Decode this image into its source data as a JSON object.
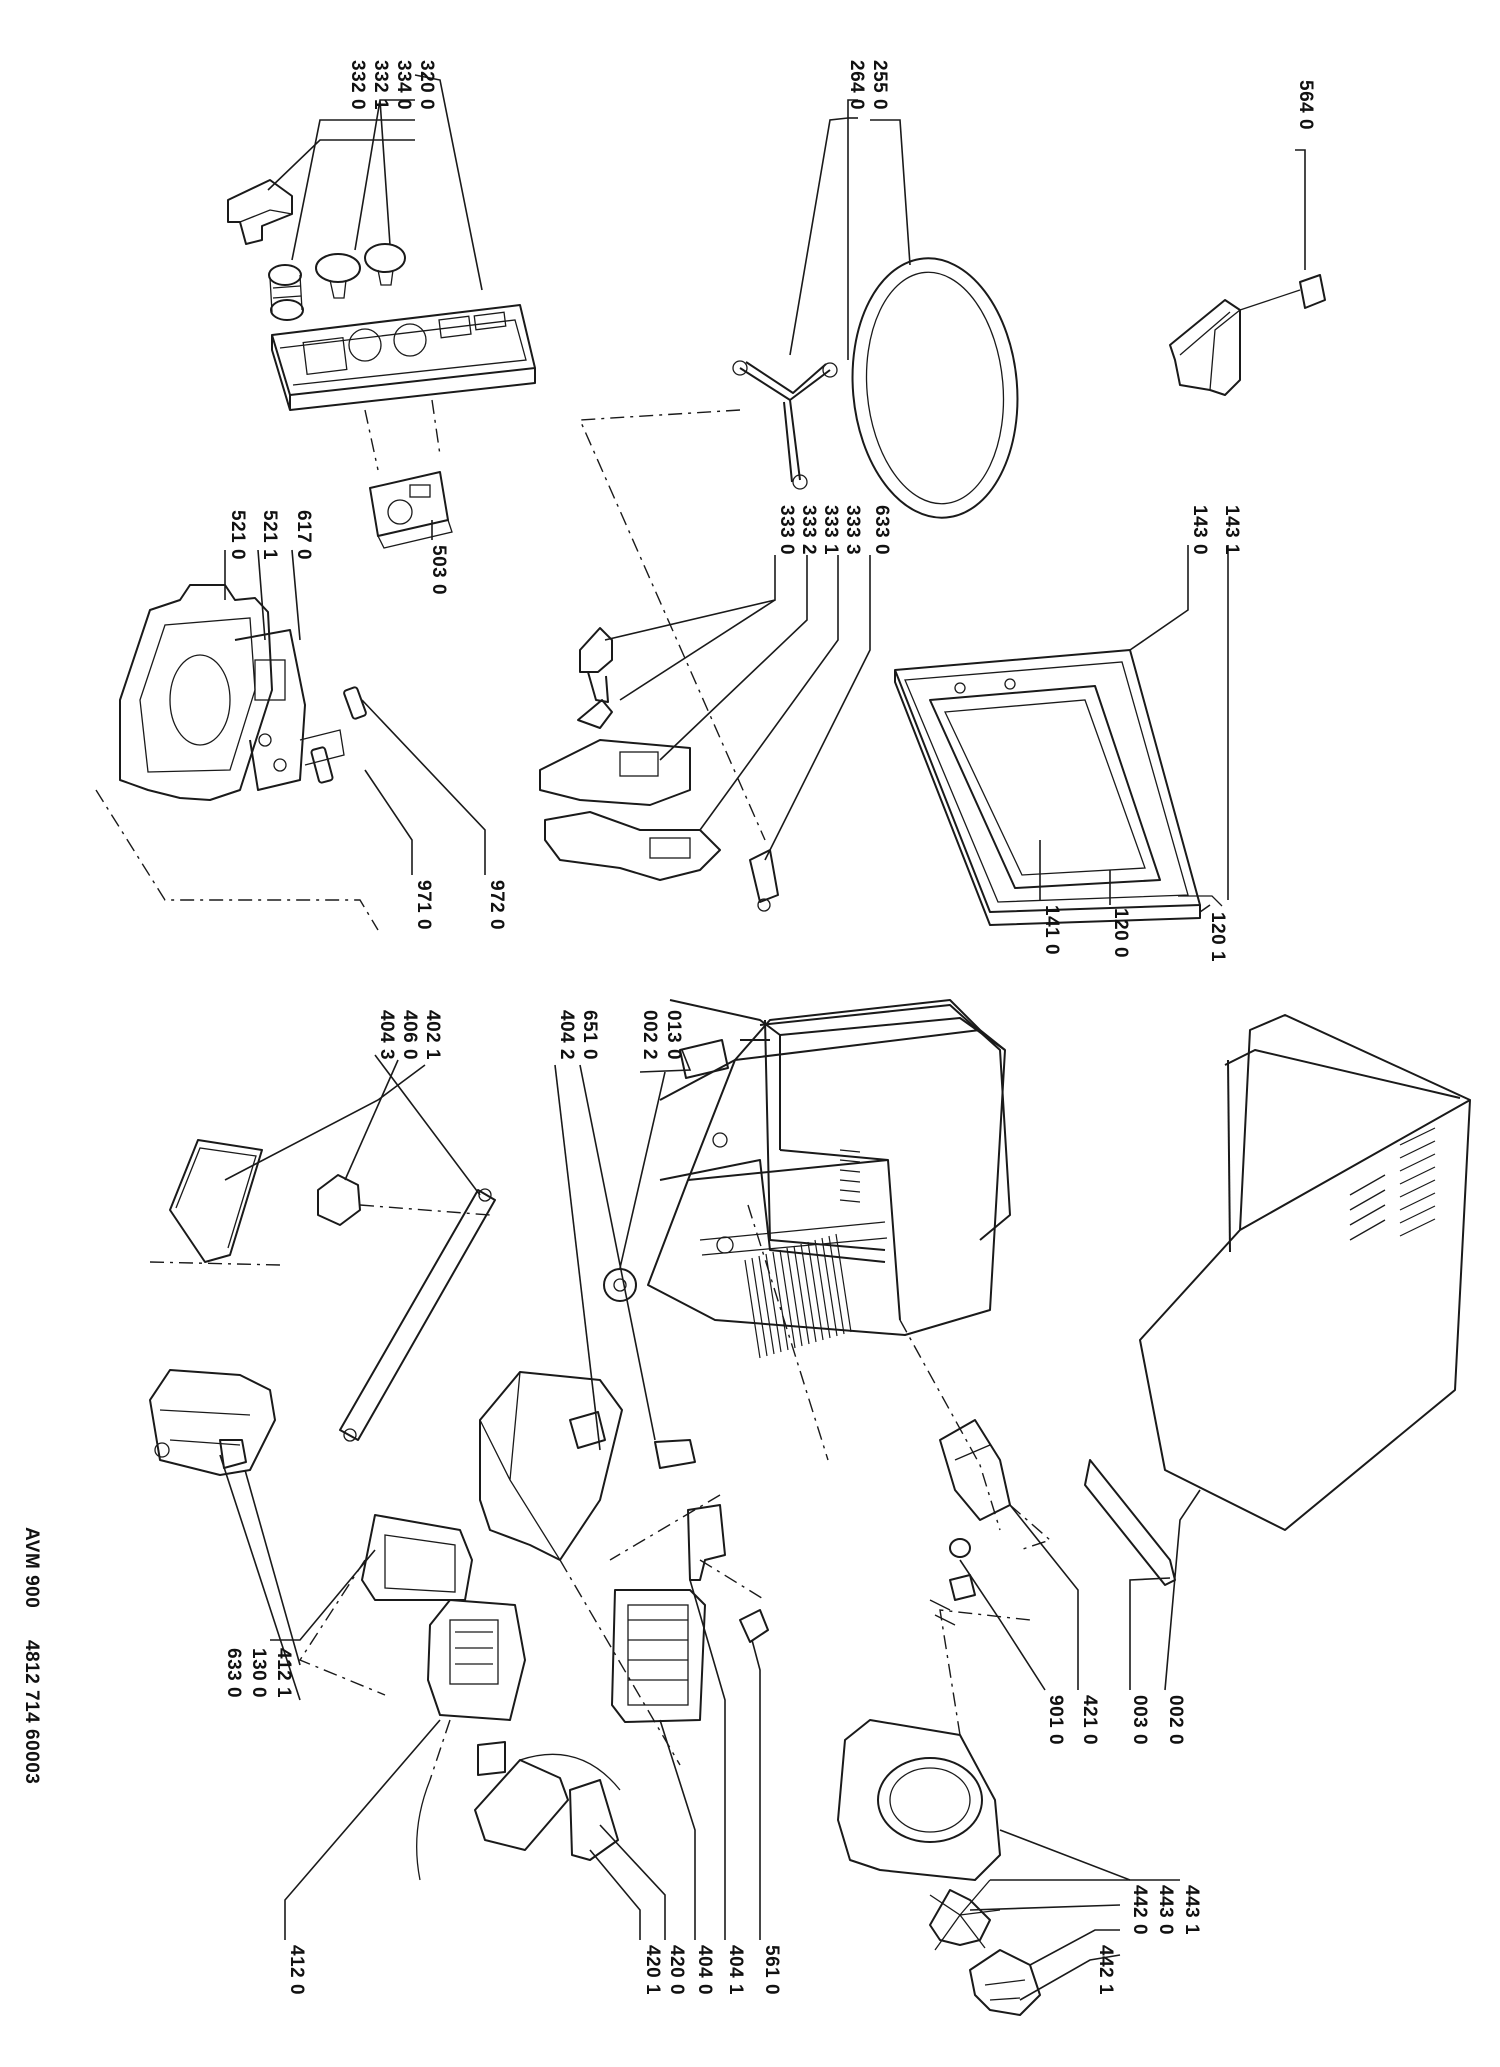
{
  "model": "AVM 900",
  "catalog_number": "4812 714 60003",
  "callouts": {
    "c3200": "320 0",
    "c3340": "334 0",
    "c3321": "332 1",
    "c3320": "332 0",
    "c2550": "255 0",
    "c2640": "264 0",
    "c5640": "564 0",
    "c5210": "521 0",
    "c5211": "521 1",
    "c6170": "617 0",
    "c5030": "503 0",
    "c3330": "333 0",
    "c3332": "333 2",
    "c3331": "333 1",
    "c3333": "333 3",
    "c6330a": "633 0",
    "c1431": "143 1",
    "c1430": "143 0",
    "c9720": "972 0",
    "c9710": "971 0",
    "c1410": "141 0",
    "c1200": "120 0",
    "c1201": "120 1",
    "c4043": "404 3",
    "c4060": "406 0",
    "c4021": "402 1",
    "c4042": "404 2",
    "c6510": "651 0",
    "c0022": "002 2",
    "c0130": "013 0",
    "c4121": "412 1",
    "c1300": "130 0",
    "c6330b": "633 0",
    "c9010": "901 0",
    "c4210": "421 0",
    "c0030": "003 0",
    "c0020": "002 0",
    "c4120": "412 0",
    "c4201": "420 1",
    "c4200": "420 0",
    "c4040": "404 0",
    "c4041": "404 1",
    "c5610": "561 0",
    "c4431": "443 1",
    "c4430": "443 0",
    "c4420": "442 0",
    "c4421": "442 1"
  }
}
